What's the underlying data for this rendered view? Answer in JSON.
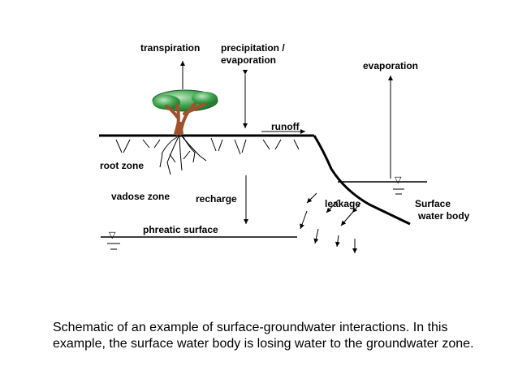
{
  "diagram": {
    "labels": {
      "transpiration": "transpiration",
      "precip_line1": "precipitation /",
      "precip_line2": "evaporation",
      "evaporation": "evaporation",
      "runoff": "runoff",
      "root_zone": "root zone",
      "vadose_zone": "vadose  zone",
      "recharge": "recharge",
      "leakage": "leakage",
      "surface_line1": "Surface",
      "surface_line2": "water  body",
      "phreatic_surface": "phreatic surface"
    },
    "water_table_symbol": "▽",
    "colors": {
      "tree_canopy": "#2e8b3a",
      "tree_trunk": "#a0522d",
      "line": "#000000"
    }
  },
  "caption": "Schematic of an example of surface-groundwater interactions.  In this example, the surface water body is losing water to the groundwater zone."
}
